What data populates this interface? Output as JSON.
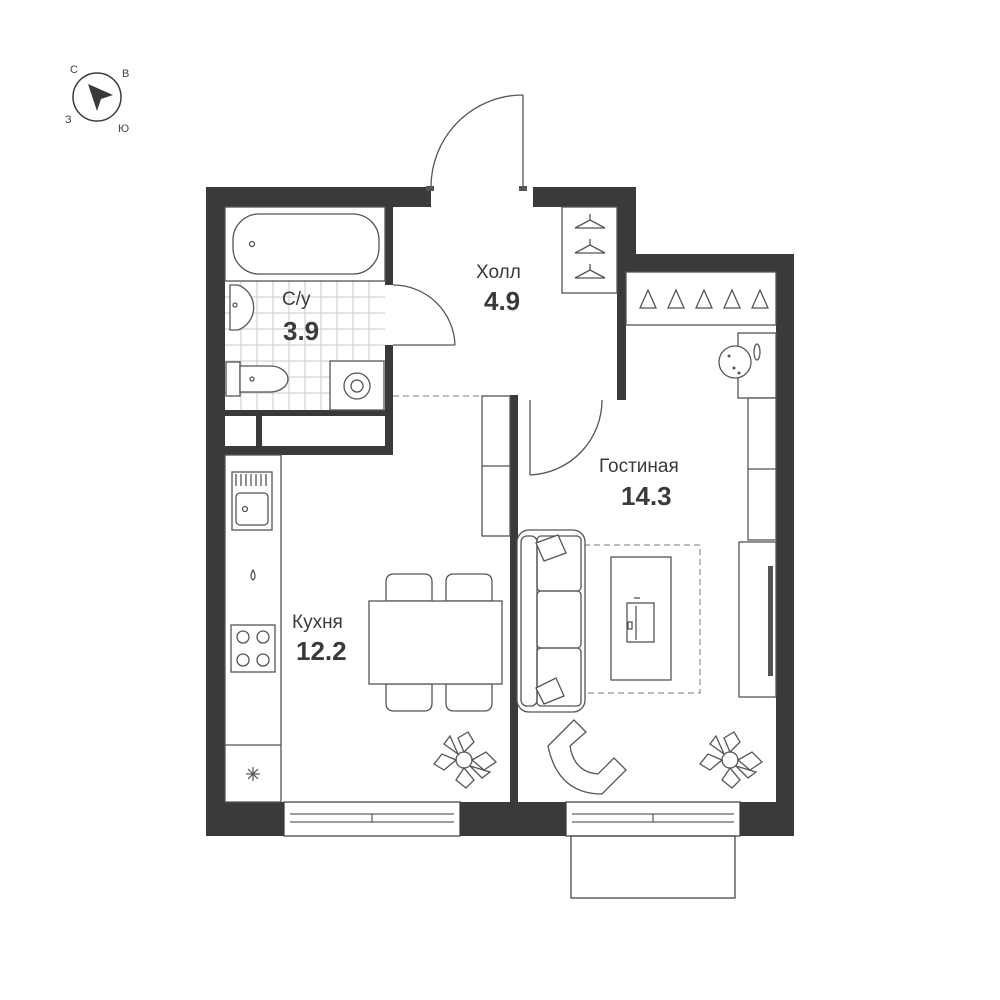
{
  "compass": {
    "north": "С",
    "east": "В",
    "west": "З",
    "south": "Ю"
  },
  "rooms": {
    "bathroom": {
      "name": "С/у",
      "area": "3.9"
    },
    "hall": {
      "name": "Холл",
      "area": "4.9"
    },
    "living": {
      "name": "Гостиная",
      "area": "14.3"
    },
    "kitchen": {
      "name": "Кухня",
      "area": "12.2"
    }
  },
  "colors": {
    "wall": "#3a3a3a",
    "fixture": "#555555",
    "background": "#ffffff"
  }
}
